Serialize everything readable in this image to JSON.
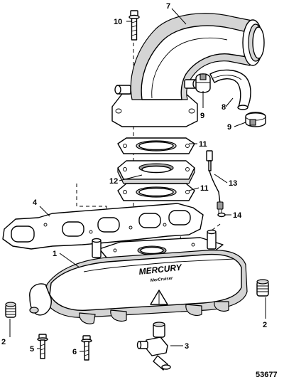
{
  "diagram": {
    "figure_number": "53677",
    "callouts": {
      "c1": "1",
      "c2_left": "2",
      "c2_right": "2",
      "c3": "3",
      "c4": "4",
      "c5": "5",
      "c6": "6",
      "c7": "7",
      "c8": "8",
      "c9_top": "9",
      "c9_bottom": "9",
      "c10": "10",
      "c11_top": "11",
      "c11_bottom": "11",
      "c12": "12",
      "c13": "13",
      "c14": "14"
    },
    "logo": {
      "brand": "MERCURY",
      "sub": "MerCruiser"
    }
  }
}
